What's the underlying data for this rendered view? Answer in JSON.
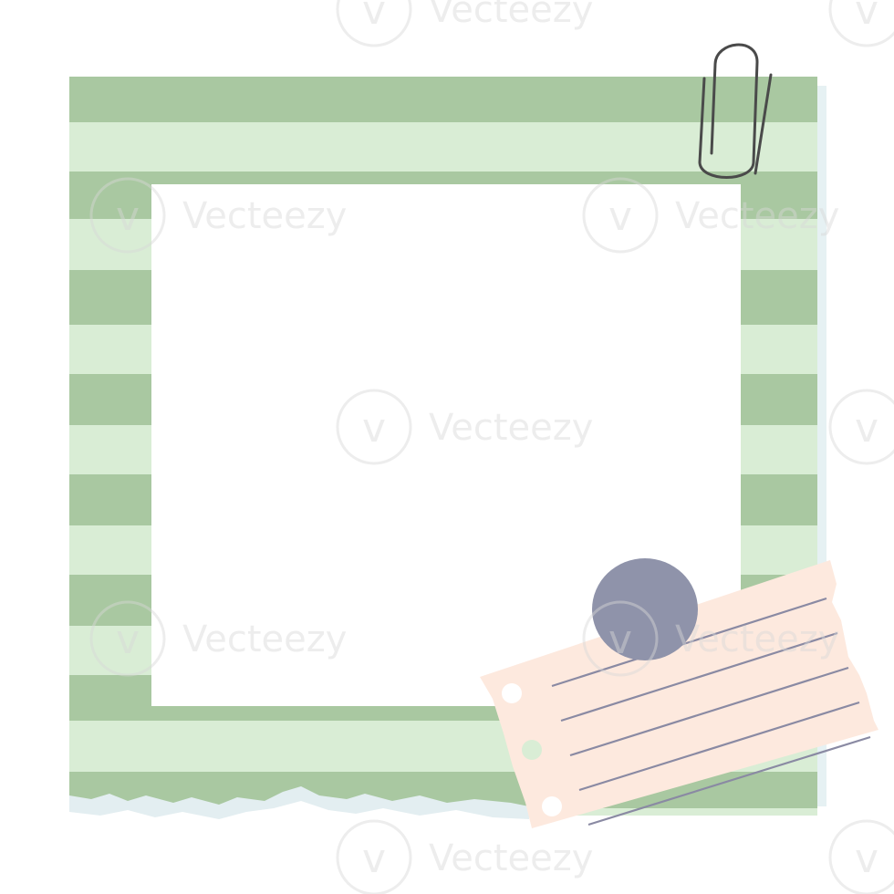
{
  "artwork": {
    "subject": "striped-photo-frame-with-torn-note",
    "watermark": "Vecteezy"
  },
  "colors": {
    "background": "#ffffff",
    "stripe_dark": "#a9c8a1",
    "stripe_light": "#d9edd5",
    "frame_shadow": "#e6f1f3",
    "torn_edge": "#e3eef1",
    "photo_area": "#ffffff",
    "paperclip": "#4a4a4a",
    "note_paper": "#fde9de",
    "note_lines": "#8a8aa3",
    "pin": "#8f93aa",
    "note_hole_white": "#ffffff",
    "note_hole_green": "#d9edd5",
    "watermark": "#d8d8d8"
  },
  "icons": {
    "clip": "paperclip-icon",
    "pin": "pushpin-dot-icon",
    "watermark_logo": "vecteezy-logo-icon"
  },
  "note": {
    "ruled_lines": 5,
    "holes": 3
  }
}
